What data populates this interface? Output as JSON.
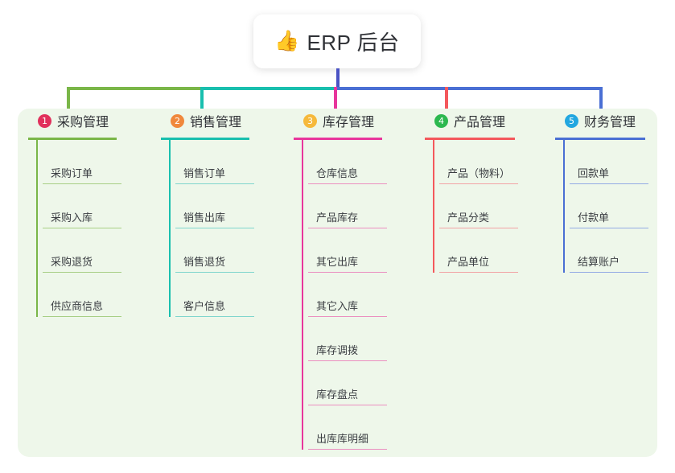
{
  "title": {
    "emoji": "👍",
    "emoji_name": "thumbs-up-emoji",
    "text": "ERP 后台"
  },
  "colors": {
    "panel_background": "#eef7ea",
    "page_background": "#ffffff",
    "stem": "#4a53c4",
    "title_text": "#2f3136"
  },
  "columns": [
    {
      "number": "1",
      "title": "采购管理",
      "badge_color": "#e1315c",
      "line_color": "#7ab648",
      "item_line_color": "#a8cf85",
      "items": [
        "采购订单",
        "采购入库",
        "采购退货",
        "供应商信息"
      ]
    },
    {
      "number": "2",
      "title": "销售管理",
      "badge_color": "#f0883c",
      "line_color": "#19bfae",
      "item_line_color": "#7fd6cd",
      "items": [
        "销售订单",
        "销售出库",
        "销售退货",
        "客户信息"
      ]
    },
    {
      "number": "3",
      "title": "库存管理",
      "badge_color": "#f6b93b",
      "line_color": "#e8369c",
      "item_line_color": "#eb8fc0",
      "items": [
        "仓库信息",
        "产品库存",
        "其它出库",
        "其它入库",
        "库存调拨",
        "库存盘点",
        "出库库明细"
      ]
    },
    {
      "number": "4",
      "title": "产品管理",
      "badge_color": "#2cb84f",
      "line_color": "#f4585c",
      "item_line_color": "#f2a3a5",
      "items": [
        "产品（物料）",
        "产品分类",
        "产品单位"
      ]
    },
    {
      "number": "5",
      "title": "财务管理",
      "badge_color": "#22a7e0",
      "line_color": "#4a6fd4",
      "item_line_color": "#93aae4",
      "items": [
        "回款单",
        "付款单",
        "结算账户"
      ]
    }
  ]
}
